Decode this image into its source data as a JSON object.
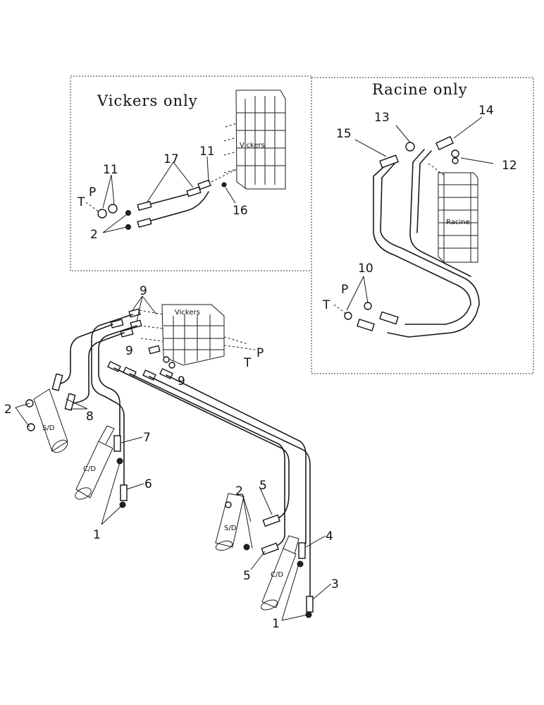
{
  "panels": {
    "vickers_title": "Vickers only",
    "racine_title": "Racine only"
  },
  "valve_labels": {
    "vickers_inset": "Vickers",
    "vickers_main": "Vickers",
    "racine": "Racine"
  },
  "cylinder_labels": {
    "sd_left": "S/D",
    "cd_left": "C/D",
    "sd_right": "S/D",
    "cd_right": "C/D"
  },
  "callouts": {
    "c1a": "1",
    "c1b": "1",
    "c2a": "2",
    "c2b": "2",
    "c2c": "2",
    "c3": "3",
    "c4": "4",
    "c5a": "5",
    "c5b": "5",
    "c6": "6",
    "c7": "7",
    "c8": "8",
    "c9a": "9",
    "c9b": "9",
    "c9c": "9",
    "c10": "10",
    "c11a": "11",
    "c11b": "11",
    "c12": "12",
    "c13": "13",
    "c14": "14",
    "c15": "15",
    "c16": "16",
    "c17": "17"
  },
  "ports": {
    "t_vickers": "T",
    "p_vickers": "P",
    "t_racine": "T",
    "p_racine": "P",
    "t_main": "T",
    "p_main": "P"
  }
}
